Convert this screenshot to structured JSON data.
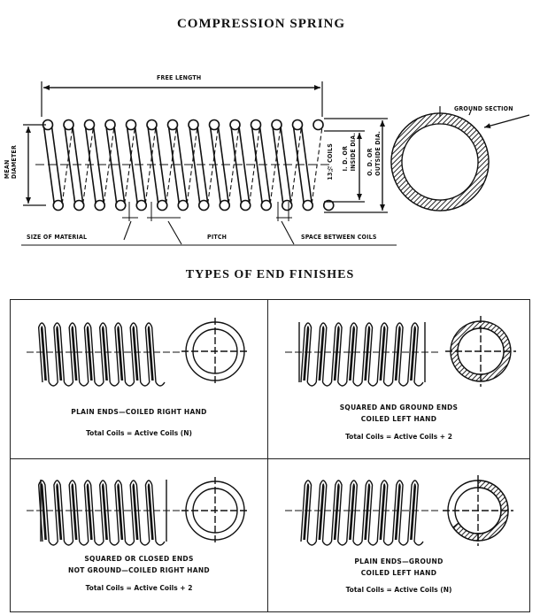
{
  "title": "COMPRESSION SPRING",
  "labels": {
    "free_length": "FREE LENGTH",
    "mean_diameter_line1": "MEAN",
    "mean_diameter_line2": "DIAMETER",
    "coils": "13½ COILS",
    "id_line1": "I. D. OR",
    "id_line2": "INSIDE DIA.",
    "od_line1": "O. D. OR",
    "od_line2": "OUTSIDE DIA.",
    "ground_section": "GROUND SECTION",
    "size_of_material": "SIZE OF MATERIAL",
    "pitch": "PITCH",
    "space_between_coils": "SPACE BETWEEN COILS"
  },
  "section_title": "TYPES OF END FINISHES",
  "panels": [
    {
      "caption_line1": "PLAIN ENDS—COILED RIGHT HAND",
      "caption_line2": "",
      "formula": "Total Coils  =  Active Coils (N)"
    },
    {
      "caption_line1": "SQUARED AND GROUND ENDS",
      "caption_line2": "COILED LEFT HAND",
      "formula": "Total Coils  =  Active Coils  +  2"
    },
    {
      "caption_line1": "SQUARED OR CLOSED ENDS",
      "caption_line2": "NOT GROUND—COILED RIGHT HAND",
      "formula": "Total Coils  =  Active Coils  +  2"
    },
    {
      "caption_line1": "PLAIN ENDS—GROUND",
      "caption_line2": "COILED LEFT HAND",
      "formula": "Total Coils  =  Active Coils (N)"
    }
  ]
}
